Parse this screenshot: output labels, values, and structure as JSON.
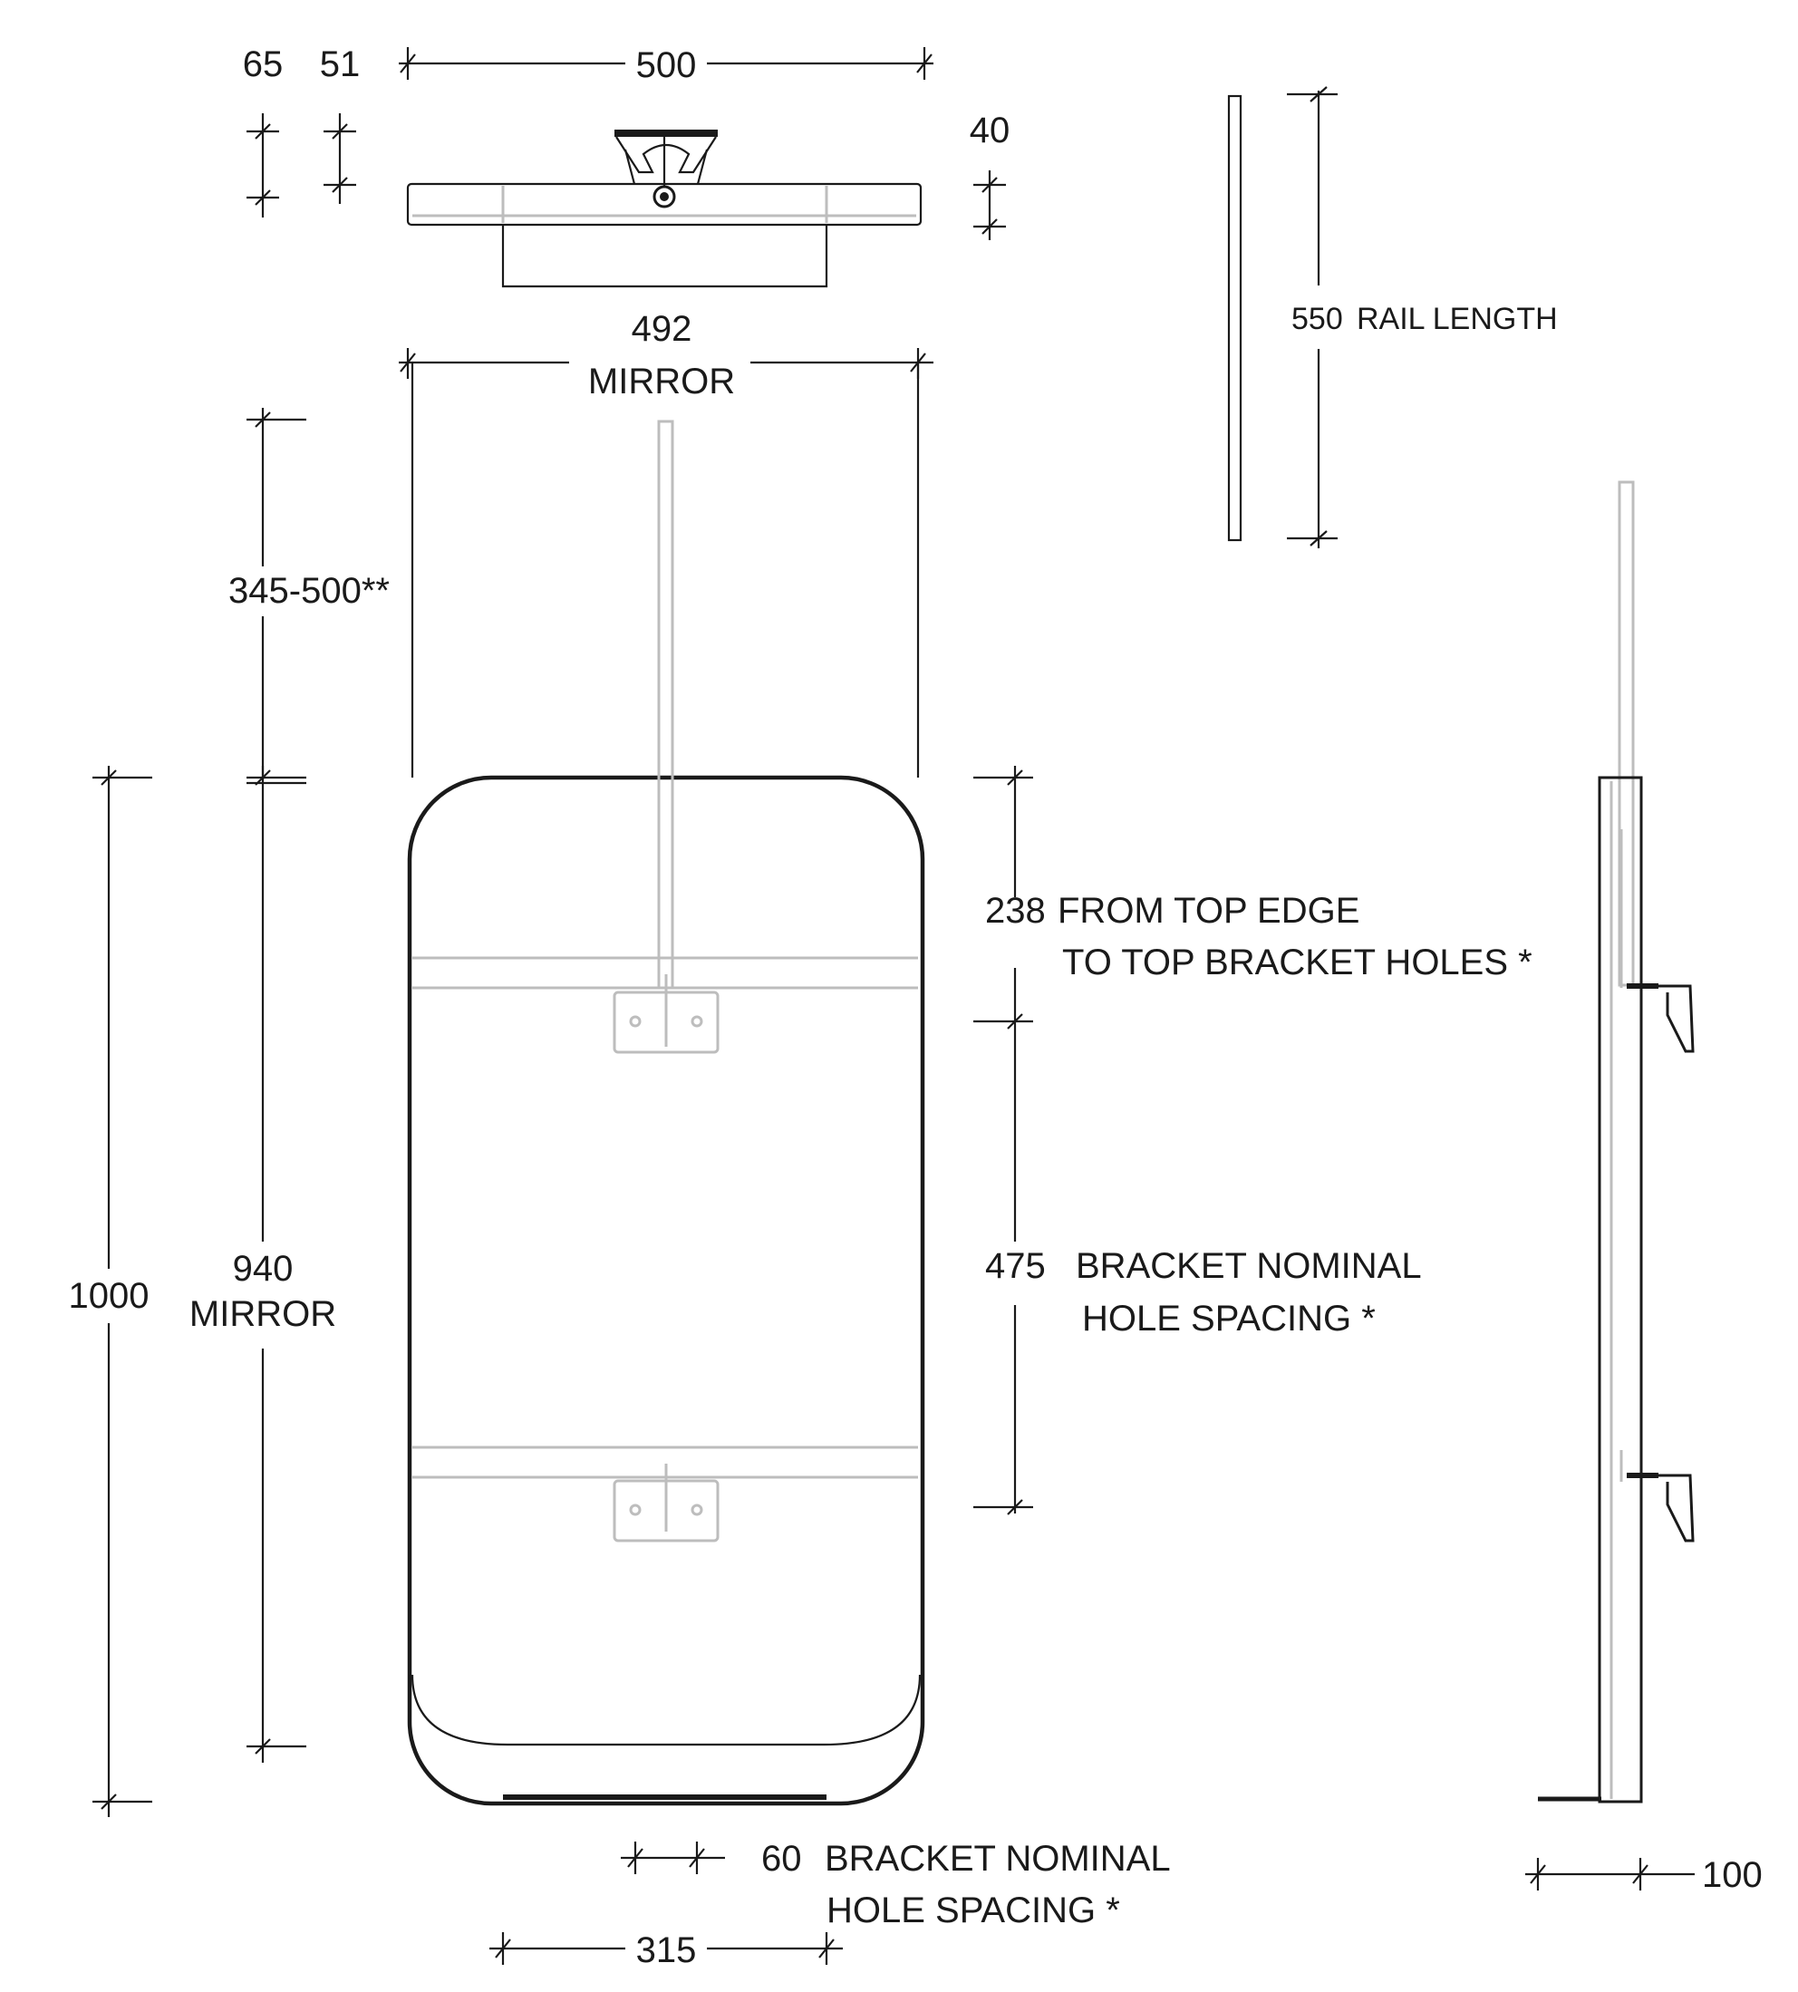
{
  "top_view": {
    "dim_65": "65",
    "dim_51": "51",
    "dim_500": "500",
    "dim_40": "40"
  },
  "rail": {
    "length_value": "550",
    "length_label": "RAIL LENGTH"
  },
  "front_view": {
    "mirror_width_value": "492",
    "mirror_width_label": "MIRROR",
    "hanging_height": "345-500**",
    "overall_height": "1000",
    "mirror_height_value": "940",
    "mirror_height_label": "MIRROR",
    "top_edge_value": "238",
    "top_edge_line1": "FROM TOP EDGE",
    "top_edge_line2": "TO TOP BRACKET HOLES *",
    "bracket_spacing_value": "475",
    "bracket_spacing_line1": "BRACKET NOMINAL",
    "bracket_spacing_line2": "HOLE SPACING *",
    "hole_spacing_value": "60",
    "hole_spacing_line1": "BRACKET NOMINAL",
    "hole_spacing_line2": "HOLE SPACING *",
    "bottom_width": "315"
  },
  "side_view": {
    "depth": "100"
  }
}
